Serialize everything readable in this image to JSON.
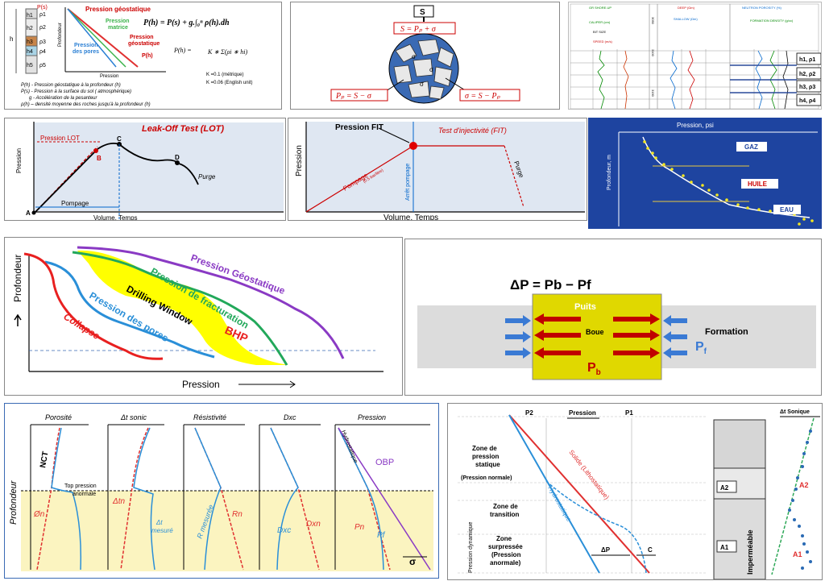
{
  "p1": {
    "layers": [
      "h1",
      "h2",
      "h3",
      "h4",
      "h5"
    ],
    "rhos": [
      "ρ1",
      "ρ2",
      "ρ3",
      "ρ4",
      "ρ5"
    ],
    "ps": "P(s)",
    "h_axis": "h",
    "ylabel": "Profondeur",
    "xlabel": "Pression",
    "title": "Pression géostatique",
    "matrice": "Pression\nmatrice",
    "geost": "Pression\ngéostatique",
    "pores": "Pression\ndes pores",
    "ph": "P(h)",
    "formula1": "P(h) = P(s) + g.∫₀ⁿ ρ(h).dh",
    "formula2": "P(h) =",
    "formula2b": "K ∗ Σ(ρi ∗ hi)",
    "k1": "K =0.1 (métrique)",
    "k2": "K =0.06 (English unit)",
    "leg1": "P(h) - Pression géostatique à la profondeur (h)",
    "leg2": "P(s) - Pression à la surface du sol ( atmosphérique)",
    "leg3": "g - Accélération de la pesanteur",
    "leg4": "ρ(h) – densité  moyenne des roches jusqu'à la profondeur (h)"
  },
  "p2": {
    "s": "S",
    "eq_top": "S = Pₚ + σ",
    "eq_left": "Pₚ = S − σ",
    "eq_right": "σ = S − Pₚ",
    "sigma": "σ"
  },
  "p3": {
    "headers": [
      "GR SHORE.UP",
      "CALIPER (cm)",
      "BIT SIZE",
      "SPEED (m/s)",
      "DEEP (Ωm)",
      "SHALLOW (Ωm)",
      "NEUTRON POROSITY (%)",
      "FORMATION DENSITY (g/cc)"
    ],
    "depth": [
      "3050",
      "3100",
      "3150"
    ],
    "layers": [
      "h1, ρ1",
      "h2, ρ2",
      "h3, ρ3",
      "h4, ρ4"
    ]
  },
  "p4": {
    "title": "Leak-Off Test (LOT)",
    "plot": "Pression LOT",
    "a": "A",
    "b": "B",
    "c": "C",
    "d": "D",
    "purge": "Purge",
    "pompage": "Pompage",
    "ylabel": "Pression",
    "xlabel": "Volume, Temps"
  },
  "p5": {
    "pfit": "Pression FIT",
    "title": "Test d'injectivité (FIT)",
    "pompage": "Pompage",
    "rate": "(0.5 bar/litre)",
    "arret": "Arrêt pompage",
    "purge": "Purge",
    "ylabel": "Pression",
    "xlabel": "Volume, Temps"
  },
  "p6": {
    "xlabel": "Pression, psi",
    "ylabel": "Profondeur, m",
    "gaz": "GAZ",
    "huile": "HUILE",
    "eau": "EAU"
  },
  "p7": {
    "ylabel": "Profondeur",
    "xlabel": "Pression",
    "geo": "Pression Géostatique",
    "frac": "Pression de fracturation",
    "window": "Drilling Window",
    "pores": "Pression des pores",
    "bhp": "BHP",
    "collapse": "Collapse"
  },
  "p8": {
    "equation": "ΔP = Pb − Pf",
    "puits": "Puits",
    "boue": "Boue",
    "formation": "Formation",
    "pb": "P",
    "pb_sub": "b",
    "pf": "P",
    "pf_sub": "f"
  },
  "p9": {
    "tracks": [
      "Porosité",
      "Δt sonic",
      "Résistivité",
      "Dxc",
      "Pression"
    ],
    "ylabel": "Profondeur",
    "nct": "NCT",
    "top": "Top pression",
    "top2": "anormale",
    "on": "Øn",
    "dtn": "Δtn",
    "dtm": "Δt\nmesuré",
    "rm": "R mesurée",
    "rn": "Rn",
    "dxc": "Dxc",
    "dxn": "Dxn",
    "pn": "Pn",
    "pf": "Pf",
    "hydro": "Hydrostatique",
    "obp": "OBP",
    "sigma": "σ"
  },
  "p10": {
    "p2": "P2",
    "pression": "Pression",
    "p1": "P1",
    "dt": "Δt Sonique",
    "zstat": "Zone de\npression\nstatique",
    "pnorm": "(Pression normale)",
    "pdyn": "Pression dynamique",
    "ztrans": "Zone de\ntransition",
    "zsurp": "Zone\nsurpressée\n(Pression\nanormale)",
    "solide": "Solide (Lithostatique)",
    "hydro": "Hydrostatique",
    "dp": "ΔP",
    "c": "C",
    "a2": "A2",
    "a1": "A1",
    "imper": "Imperméable"
  }
}
